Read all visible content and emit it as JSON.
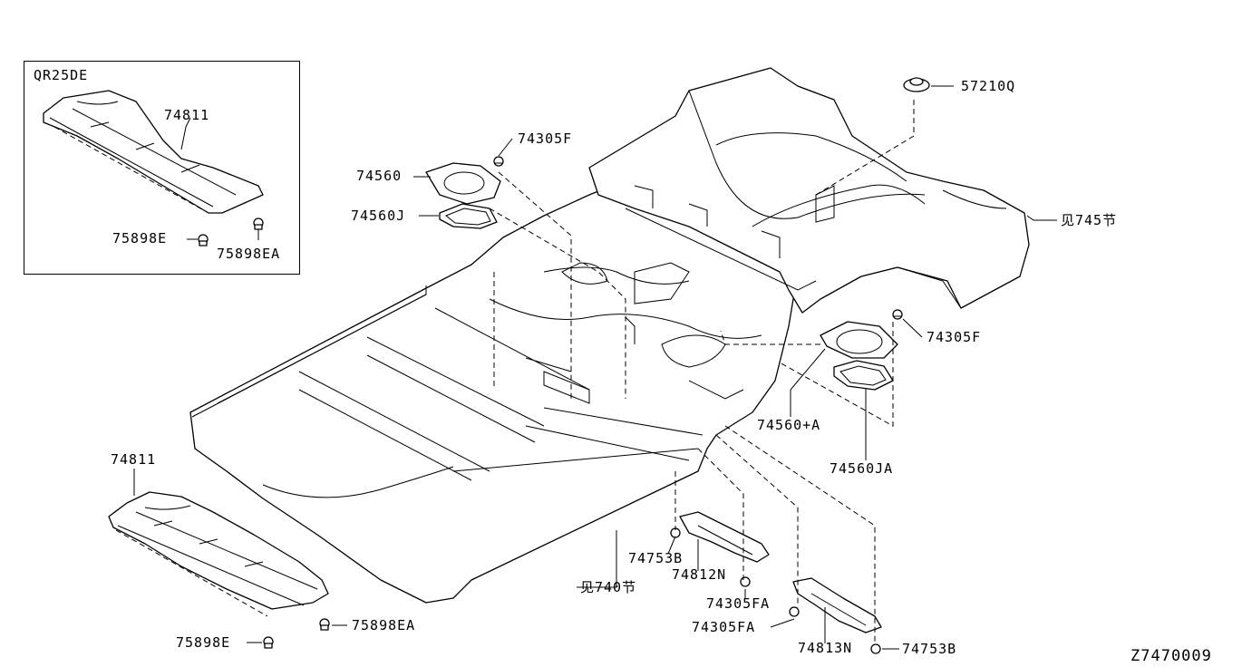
{
  "inset": {
    "engine_label": "QR25DE"
  },
  "labels": {
    "inset_74811": "74811",
    "inset_75898e": "75898E",
    "inset_75898ea": "75898EA",
    "p74305f_top": "74305F",
    "p74560": "74560",
    "p74560j": "74560J",
    "p57210q": "57210Q",
    "ref745": "见745节",
    "p74305f_right": "74305F",
    "p74560a": "74560+A",
    "p74560ja": "74560JA",
    "p74811": "74811",
    "p75898ea": "75898EA",
    "p75898e": "75898E",
    "ref740": "见740节",
    "p74753b_mid": "74753B",
    "p74812n": "74812N",
    "p74305fa_1": "74305FA",
    "p74305fa_2": "74305FA",
    "p74813n": "74813N",
    "p74753b_bot": "74753B"
  },
  "diagram_code": "Z7470009"
}
